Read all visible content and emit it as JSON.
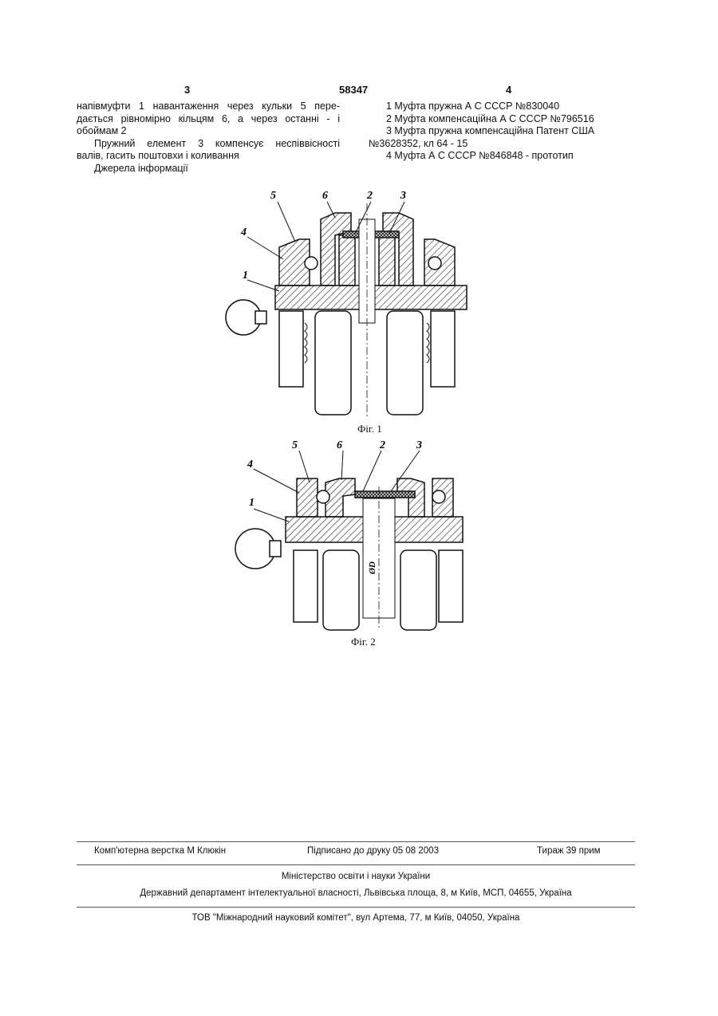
{
  "header": {
    "left_page": "3",
    "patent_number": "58347",
    "right_page": "4"
  },
  "left_column": {
    "p1_line1": "напівмуфти 1 навантаження через кульки 5 пере-",
    "p1_line2": "дається рівномірно кільцям 6, а через останні - і",
    "p1_line3": "обоймам 2",
    "p2_line1": "Пружний елемент 3 компенсує неспіввісності",
    "p2_line2": "валів, гасить поштовхи і коливання",
    "p3": "Джерела інформації"
  },
  "right_column": {
    "ref1": "1  Муфта пружна  А С  СССР №830040",
    "ref2": "2  Муфта компенсаційна  А С  СССР №796516",
    "ref3_line1": "3  Муфта пружна компенсаційна  Патент США",
    "ref3_line2": "№3628352, кл  64 - 15",
    "ref4": "4  Муфта  А С  СССР №846848 - прототип"
  },
  "figures": [
    {
      "caption": "Фіг. 1",
      "labels": [
        "5",
        "6",
        "2",
        "3",
        "4",
        "1"
      ]
    },
    {
      "caption": "Фіг. 2",
      "labels": [
        "5",
        "6",
        "2",
        "3",
        "4",
        "1"
      ],
      "dimension": "ØD"
    }
  ],
  "footer": {
    "layout": "Комп'ютерна верстка М  Клюкін",
    "signed": "Підписано до друку 05 08 2003",
    "circulation": "Тираж 39 прим",
    "ministry": "Міністерство освіти і науки України",
    "department": "Державний департамент інтелектуальної власності, Львівська площа, 8, м  Київ, МСП, 04655, Україна",
    "publisher": "ТОВ \"Міжнародний науковий комітет\", вул  Артема, 77, м  Київ, 04050, Україна"
  }
}
